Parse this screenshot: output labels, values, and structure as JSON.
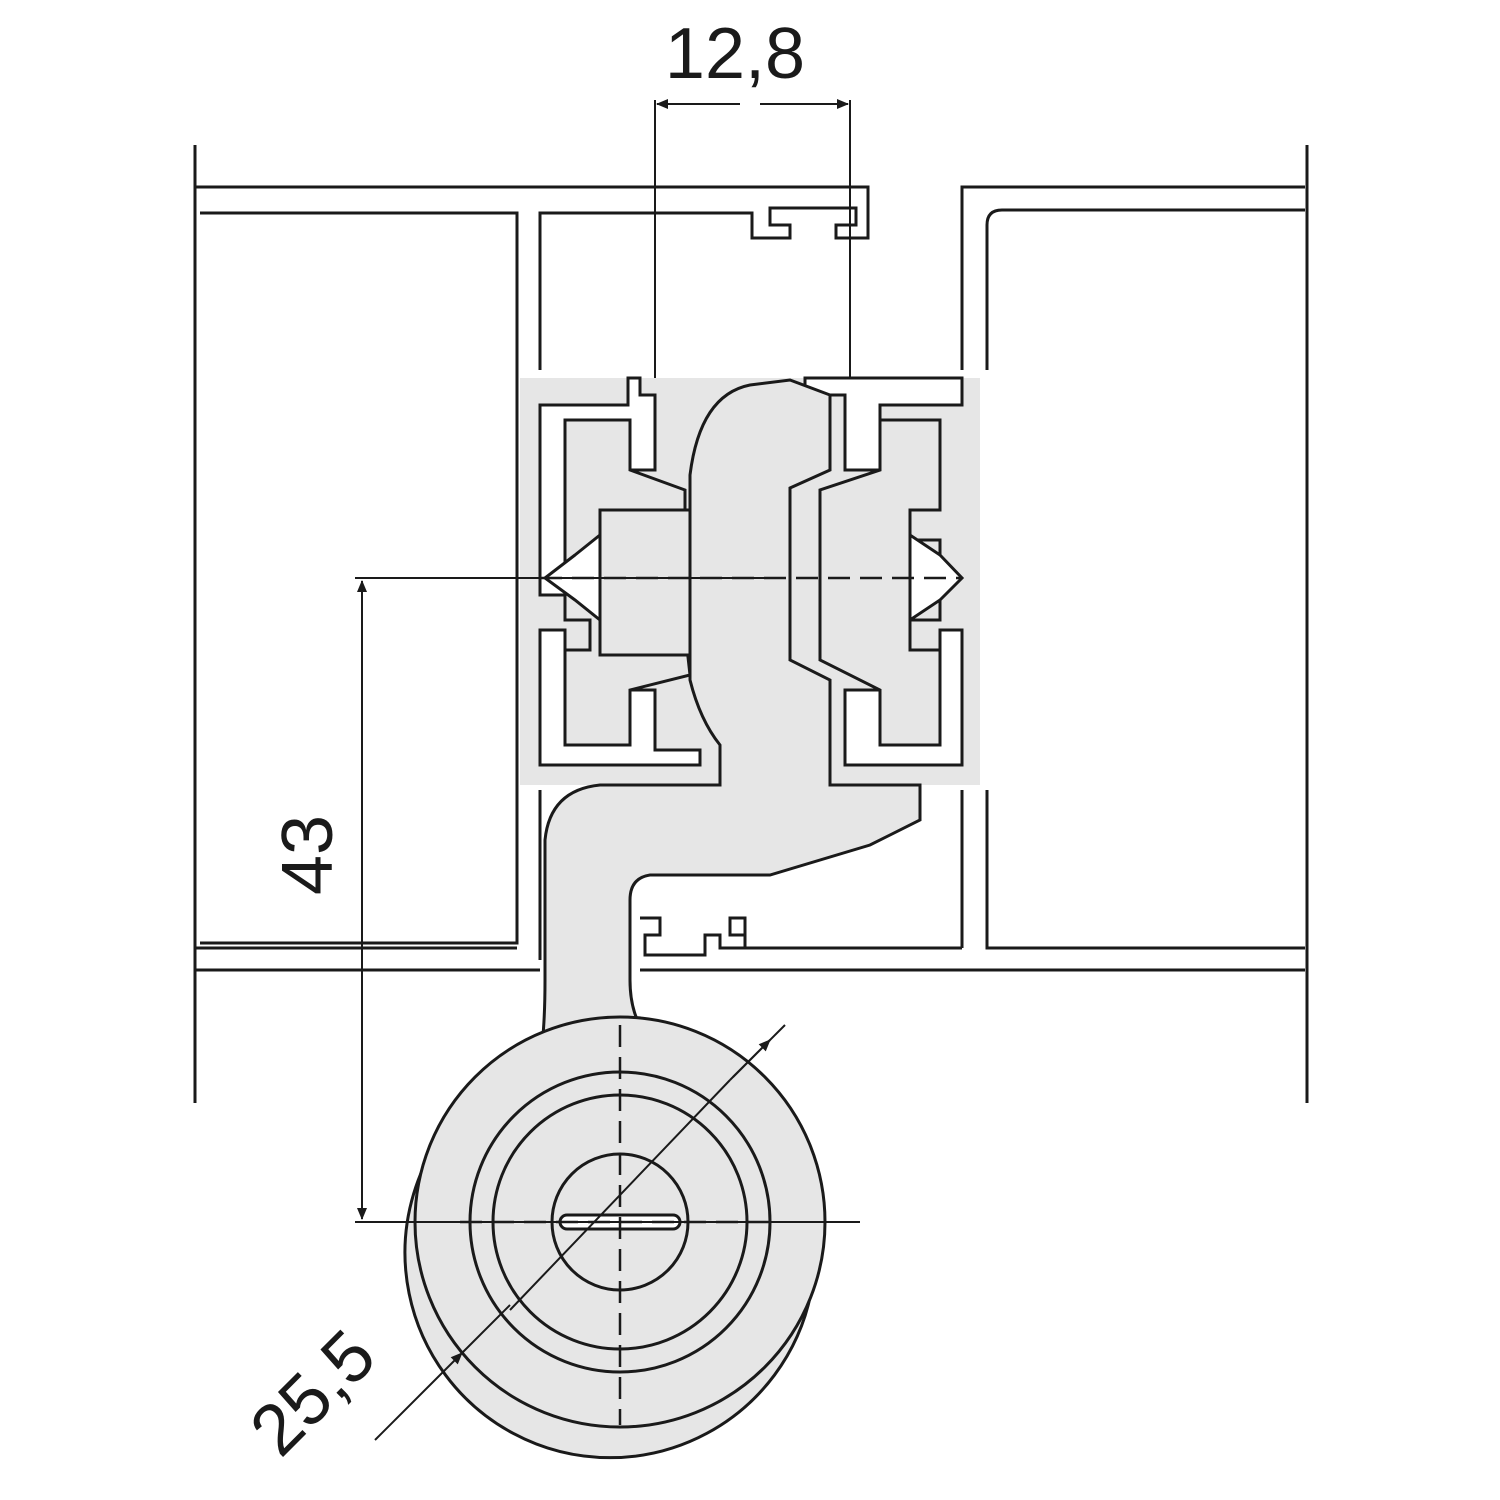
{
  "drawing": {
    "dimensions": {
      "width_top": "12,8",
      "height_left": "43",
      "diameter": "25,5"
    },
    "colors": {
      "line": "#1a1a1a",
      "part_fill": "#e6e6e6",
      "background": "#ffffff"
    }
  }
}
